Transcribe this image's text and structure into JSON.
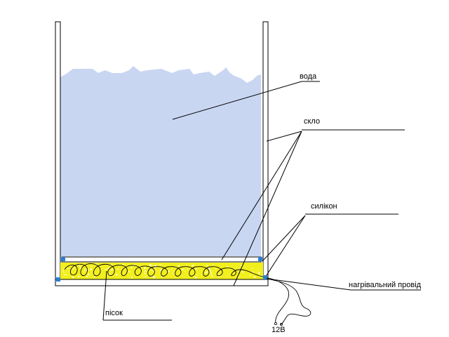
{
  "labels": {
    "water": "вода",
    "glass": "скло",
    "silicone": "силікон",
    "heating_wire": "нагрівальний провід",
    "sand": "пісок",
    "voltage": "12В"
  },
  "colors": {
    "water": "#c9d6f2",
    "sand": "#f2ef1e",
    "sand_speckle": "#ffffff",
    "silicone_marker": "#2a7fd4",
    "line": "#000000"
  }
}
